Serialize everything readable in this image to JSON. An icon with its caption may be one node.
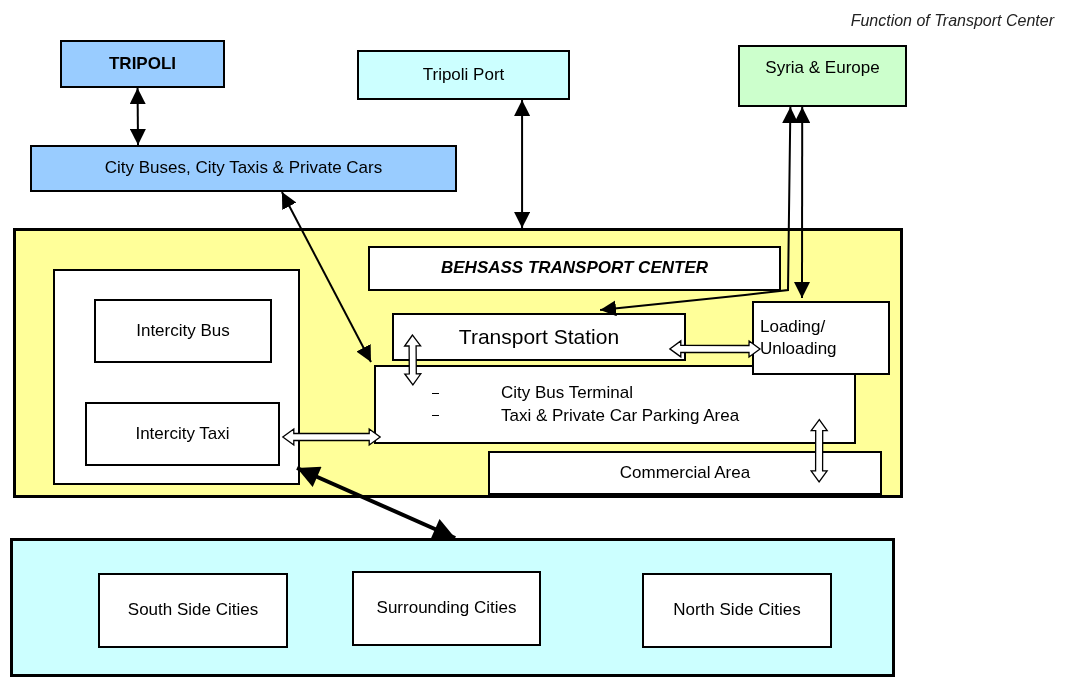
{
  "diagram": {
    "nodes": [
      {
        "text": [
          "TRIPOLI"
        ]
      },
      {
        "text": [
          "Tripoli Port"
        ]
      },
      {
        "text": [
          "Syria & Europe"
        ]
      },
      {
        "text": [
          "City Buses, City Taxis & Private Cars"
        ]
      },
      {
        "text": [],
        "shape": "box"
      },
      {
        "text": [
          "BEHSASS TRANSPORT CENTER"
        ],
        "in": 4
      },
      {
        "text": [],
        "shape": "box",
        "in": 4
      },
      {
        "text": [
          "Intercity Bus"
        ],
        "in": 6
      },
      {
        "text": [
          "Intercity Taxi"
        ],
        "in": 6
      },
      {
        "text": [
          "Transport Station"
        ],
        "in": 4
      },
      {
        "text": [
          "City Bus Terminal",
          "Taxi & Private Car Parking Area"
        ],
        "in": 4
      },
      {
        "text": [
          "Loading/ Unloading"
        ],
        "in": 4
      },
      {
        "text": [
          "Commercial Area"
        ],
        "in": 4
      },
      {
        "text": [],
        "shape": "box"
      },
      {
        "text": [
          "South Side Cities"
        ],
        "in": 13
      },
      {
        "text": [
          "Surrounding Cities"
        ],
        "in": 13
      },
      {
        "text": [
          "North Side Cities"
        ],
        "in": 13
      }
    ],
    "edges": [
      {
        "from": 0,
        "to": 3,
        "arrow": "both"
      },
      {
        "from": 1,
        "to": 4,
        "arrow": "both"
      },
      {
        "from": 9,
        "to": 2,
        "arrow": "both"
      },
      {
        "from": 11,
        "to": 2,
        "arrow": "both"
      },
      {
        "from": 3,
        "to": 10,
        "arrow": "both"
      },
      {
        "from": 9,
        "to": 10,
        "arrow": "both",
        "style": "thick",
        "color": "#ffffff"
      },
      {
        "from": 9,
        "to": 11,
        "arrow": "both",
        "style": "thick",
        "color": "#ffffff"
      },
      {
        "from": 8,
        "to": 10,
        "arrow": "both",
        "style": "thick",
        "color": "#ffffff"
      },
      {
        "from": 10,
        "to": 12,
        "arrow": "both",
        "style": "thick",
        "color": "#ffffff"
      },
      {
        "from": 6,
        "to": 13,
        "arrow": "both",
        "style": "thick"
      }
    ],
    "labels": [
      "Function of Transport Center"
    ]
  }
}
